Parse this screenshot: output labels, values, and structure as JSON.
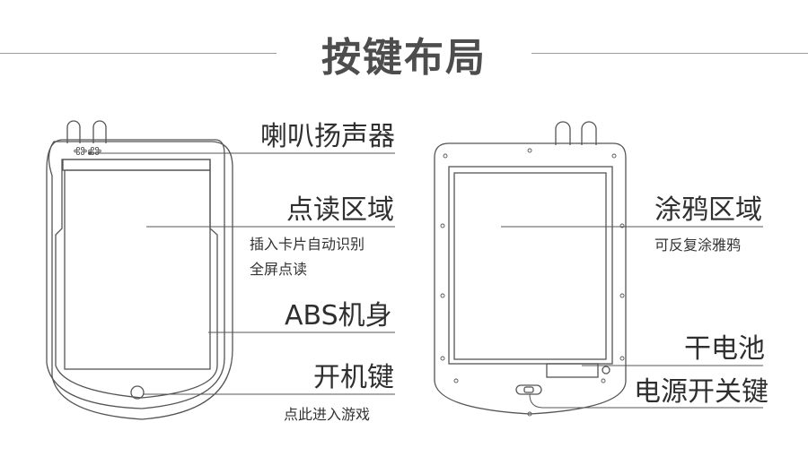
{
  "title": "按键布局",
  "left_device": {
    "callouts": [
      {
        "label": "喇叭扬声器"
      },
      {
        "label": "点读区域",
        "desc": [
          "插入卡片自动识别",
          "全屏点读"
        ]
      },
      {
        "label": "ABS机身"
      },
      {
        "label": "开机键",
        "desc": [
          "点此进入游戏"
        ]
      }
    ]
  },
  "right_device": {
    "callouts": [
      {
        "label": "涂鸦区域",
        "desc": [
          "可反复涂雅鸦"
        ]
      },
      {
        "label": "干电池"
      },
      {
        "label": "电源开关键"
      }
    ]
  }
}
